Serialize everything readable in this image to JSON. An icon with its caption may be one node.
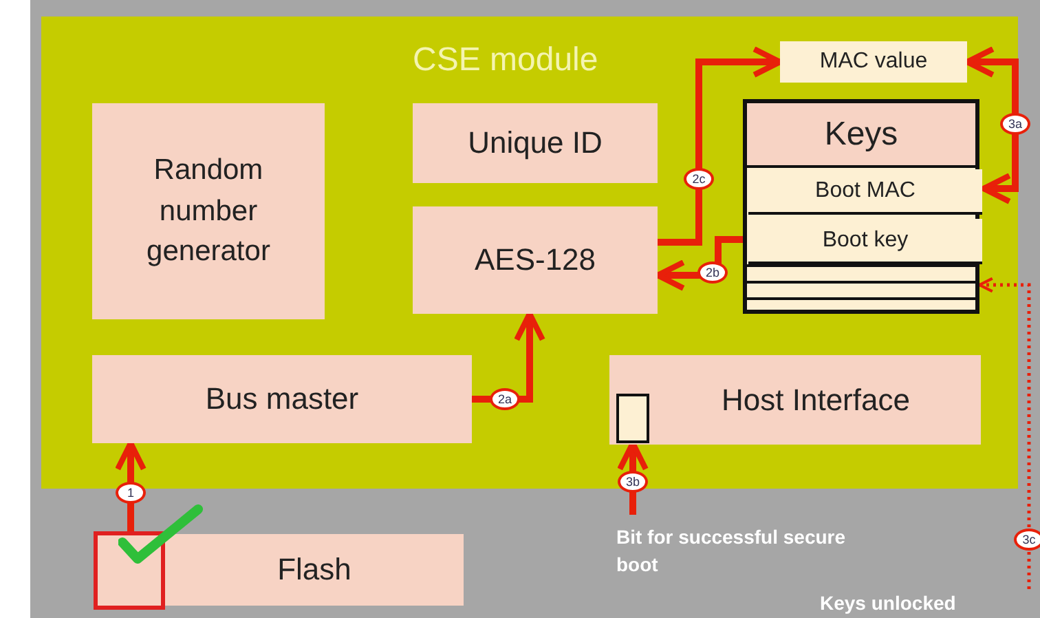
{
  "diagram": {
    "nodes": [
      {
        "text": [
          "CSE module"
        ]
      },
      {
        "text": [
          "MAC value"
        ],
        "in": 0
      },
      {
        "text": [
          "Random number generator"
        ],
        "in": 0
      },
      {
        "text": [
          "Unique ID"
        ],
        "in": 0
      },
      {
        "text": [
          "Keys"
        ],
        "in": 0
      },
      {
        "text": [
          "Boot MAC"
        ],
        "in": 4
      },
      {
        "text": [
          "AES-128"
        ],
        "in": 0
      },
      {
        "text": [
          "Boot key"
        ],
        "in": 4
      },
      {
        "text": [
          "Bus master"
        ],
        "in": 0
      },
      {
        "text": [
          "Host Interface"
        ],
        "in": 0
      },
      {
        "text": [],
        "shape": "box",
        "in": 9
      },
      {
        "text": [],
        "shape": "box"
      },
      {
        "text": [
          "Flash"
        ]
      },
      {
        "text": [
          "Bit for successful secure boot"
        ]
      },
      {
        "text": [
          "Keys unlocked"
        ]
      }
    ],
    "edges": [
      {
        "from": 11,
        "to": 8,
        "arrow": "to",
        "label": "1"
      },
      {
        "from": 8,
        "to": 6,
        "arrow": "to",
        "label": "2a"
      },
      {
        "from": 7,
        "to": 6,
        "arrow": "to",
        "label": "2b"
      },
      {
        "from": 6,
        "to": 1,
        "arrow": "to",
        "label": "2c"
      },
      {
        "from": 1,
        "to": 5,
        "arrow": "both",
        "label": "3a"
      },
      {
        "from": 13,
        "to": 10,
        "arrow": "to",
        "label": "3b"
      },
      {
        "from": 14,
        "to": 4,
        "arrow": "to",
        "label": "3c",
        "style": "dashed"
      }
    ]
  }
}
